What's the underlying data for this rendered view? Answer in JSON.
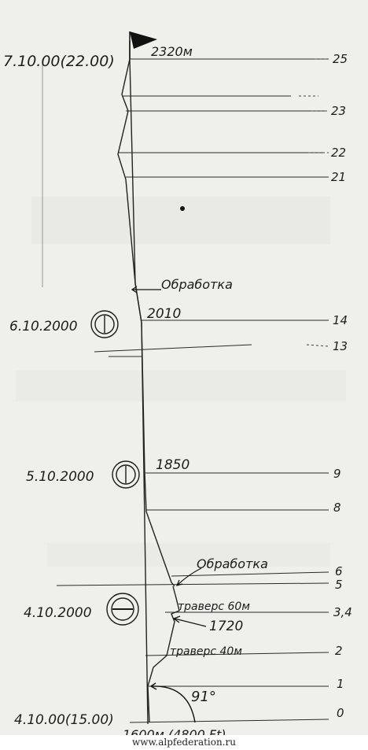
{
  "route": {
    "summit_label": "2320м",
    "base_label": "1600м (4800 Ft)",
    "mid_altitudes": [
      "2010",
      "1850",
      "1720"
    ],
    "angle_label": "91°"
  },
  "dates": [
    {
      "id": "d7",
      "text": "7.10.00(22.00)",
      "symbol": "none"
    },
    {
      "id": "d6",
      "text": "6.10.2000",
      "symbol": "tent-vertical"
    },
    {
      "id": "d5",
      "text": "5.10.2000",
      "symbol": "tent-vertical"
    },
    {
      "id": "d4",
      "text": "4.10.2000",
      "symbol": "tent-horizontal"
    },
    {
      "id": "d0",
      "text": "4.10.00(15.00)",
      "symbol": "none"
    }
  ],
  "notes": {
    "obrabotka_upper": "Обработка",
    "obrabotka_lower": "Обработка",
    "travers_60": "траверс 60м",
    "travers_40": "траверс 40м"
  },
  "section_numbers": [
    "25",
    "23",
    "22",
    "21",
    "14",
    "13",
    "9",
    "8",
    "6",
    "5",
    "3,4",
    "2",
    "1",
    "0"
  ],
  "footer": {
    "source": "www.alpfederation.ru"
  }
}
